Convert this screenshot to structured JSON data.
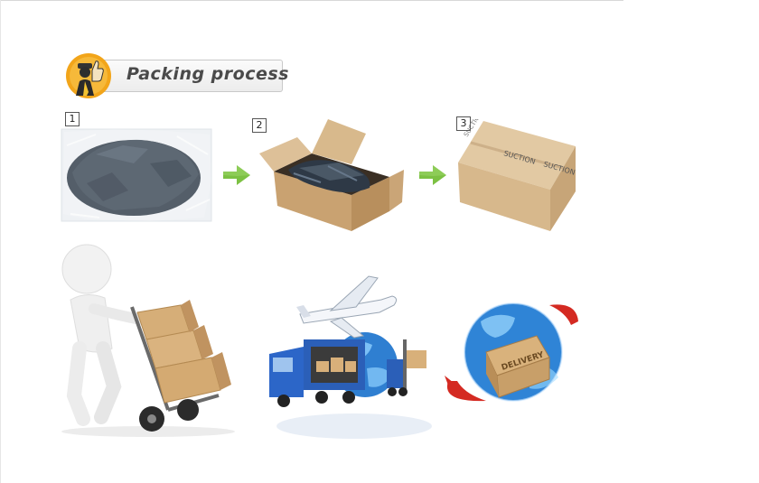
{
  "header": {
    "title": "Packing process"
  },
  "steps": [
    {
      "number": "1"
    },
    {
      "number": "2"
    },
    {
      "number": "3"
    }
  ],
  "box_print": {
    "brand": "SUCTION"
  },
  "delivery_label": "DELIVERY",
  "colors": {
    "arrow_green": "#7cc143",
    "box_cardboard": "#d9b98c",
    "header_badge": "#f2a51a"
  }
}
